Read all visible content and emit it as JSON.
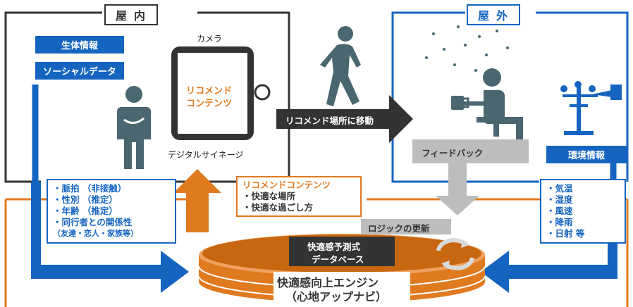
{
  "indoor": {
    "title": "屋内",
    "tags": [
      "生体情報",
      "ソーシャルデータ"
    ],
    "camera_label": "カメラ",
    "signage_label": "デジタルサイネージ",
    "screen_text": [
      "リコメンド",
      "コンテンツ"
    ]
  },
  "outdoor": {
    "title": "屋外",
    "feedback_label": "フィードバック",
    "env_label": "環境情報"
  },
  "move_arrow": "リコメンド場所に移動",
  "left_list": {
    "items": [
      "脈拍 （非接触）",
      "性別 （推定）",
      "年齢 （推定）",
      "同行者との関係性"
    ],
    "sub": "（友達・恋人・家族等）"
  },
  "recommend_box": {
    "title": "リコメンドコンテンツ",
    "items": [
      "快適な場所",
      "快適な過ごし方"
    ]
  },
  "right_list": {
    "items": [
      "気温",
      "湿度",
      "風速",
      "降雨",
      "日射 等"
    ]
  },
  "logic_update": "ロジックの更新",
  "db_label": [
    "快適感予測式",
    "データベース"
  ],
  "engine": [
    "快適感向上エンジン",
    "（心地アップナビ）"
  ],
  "colors": {
    "blue": "#1565c0",
    "orange": "#e07a1f",
    "dark": "#333333",
    "teal_figure": "#4a6670",
    "gray_arrow": "#bdbdbd"
  }
}
